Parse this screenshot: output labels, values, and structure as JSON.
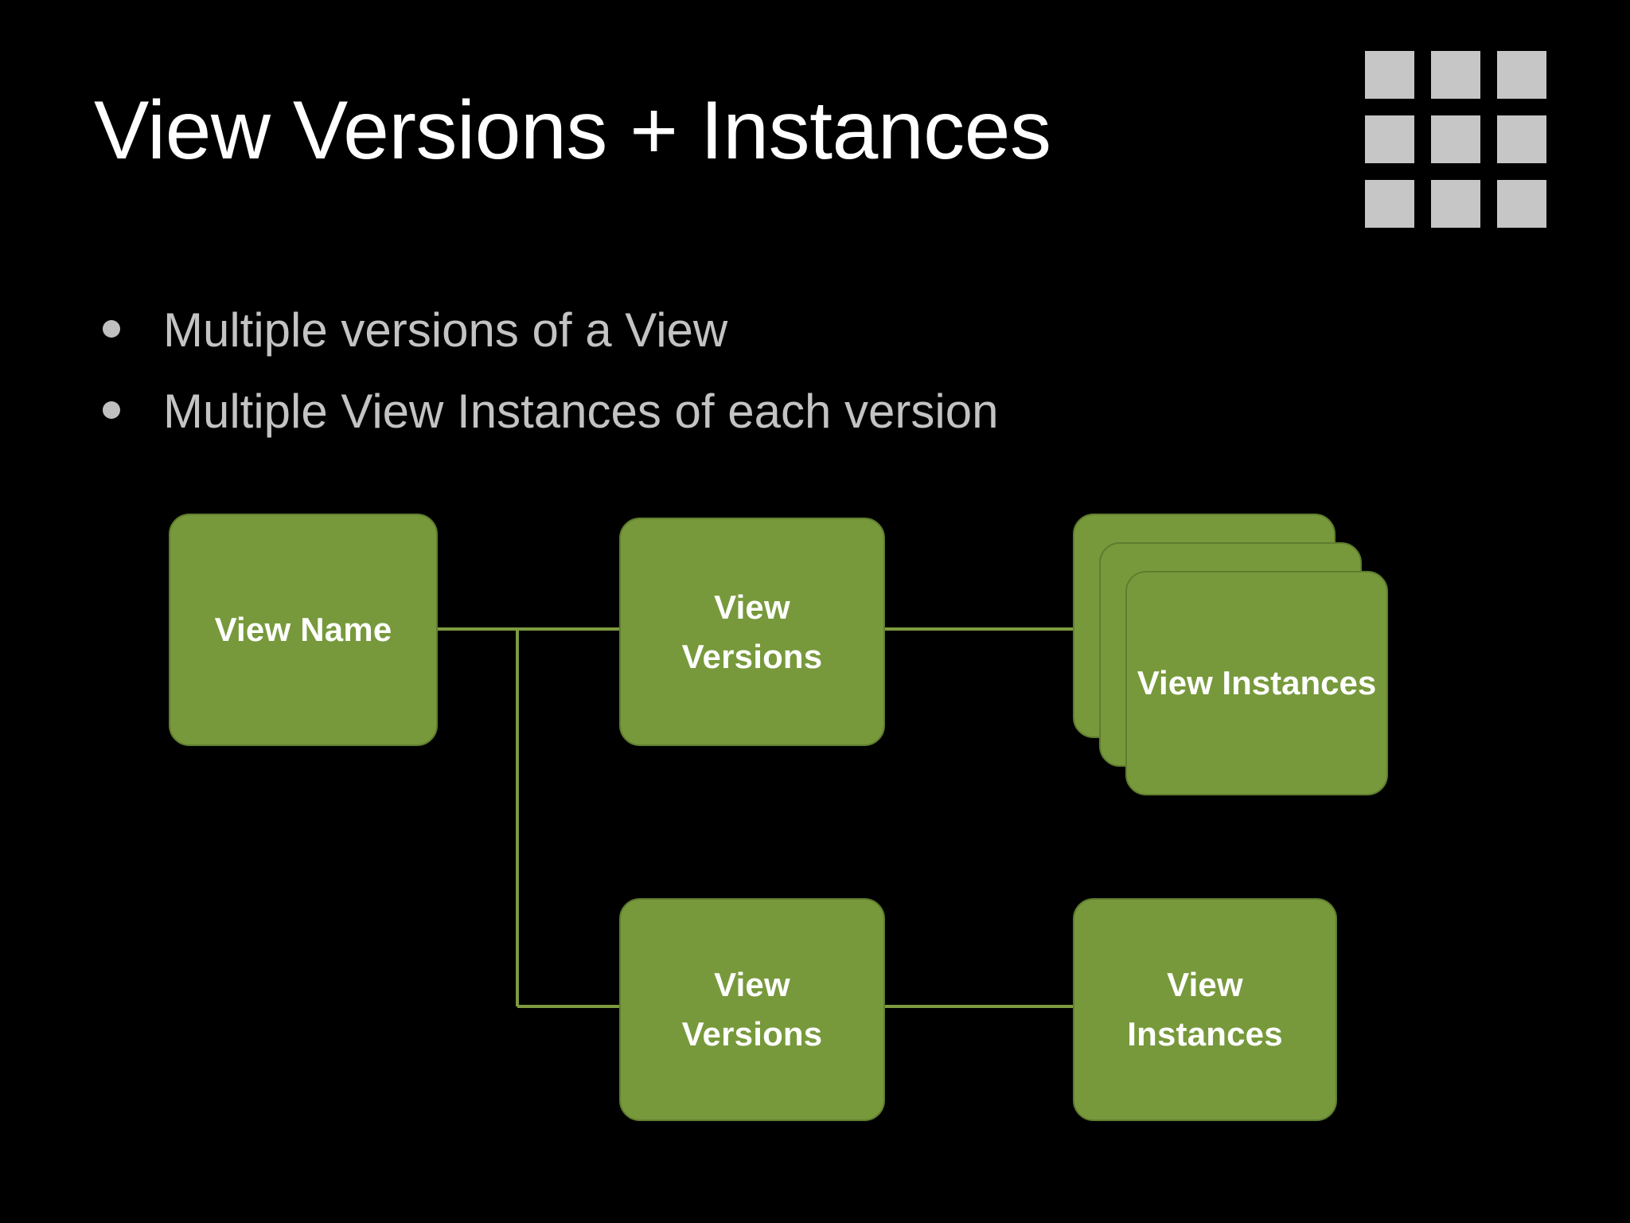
{
  "slide": {
    "background_color": "#000000",
    "title": "View Versions + Instances"
  },
  "logo": {
    "name": "grid-logo",
    "color": "#c6c6c6",
    "rows": 3,
    "columns": 3
  },
  "bullets": {
    "text_color": "#c3c3c3",
    "items": [
      {
        "text": "Multiple versions of a View"
      },
      {
        "text": "Multiple View Instances of each version"
      }
    ]
  },
  "diagram": {
    "node_fill": "#77993c",
    "node_border": "#5f7d2e",
    "connector_color": "#7d9a3f",
    "node_text_color": "#ffffff",
    "nodes": {
      "view_name": "View Name",
      "view_versions_top": "View\nVersions",
      "view_instances_top": "View\nInstances",
      "view_versions_bottom": "View\nVersions",
      "view_instances_bottom": "View\nInstances"
    },
    "stack": {
      "card_count": 3,
      "label": "View\nInstances"
    }
  }
}
